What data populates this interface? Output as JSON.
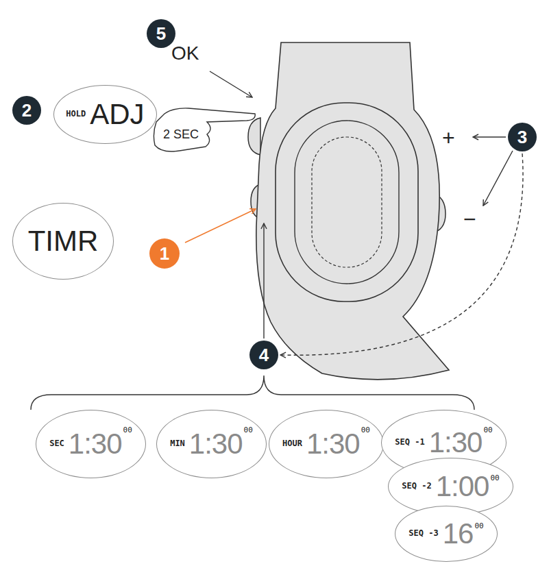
{
  "diagram": {
    "nodes": [
      {
        "text": [
          "5"
        ]
      },
      {
        "text": [
          "2"
        ]
      },
      {
        "text": [
          "HOLD",
          "ADJ"
        ]
      },
      {
        "text": [
          "TIMR"
        ]
      },
      {
        "text": [
          "1"
        ]
      },
      {
        "text": [
          "3"
        ]
      },
      {
        "text": [
          "4"
        ]
      },
      {
        "text": [
          "SEC",
          "1:30",
          "00"
        ]
      },
      {
        "text": [
          "MIN",
          "1:30",
          "00"
        ]
      },
      {
        "text": [
          "HOUR",
          "1:30",
          "00"
        ]
      },
      {
        "text": [
          "SEQ -1",
          "1:30",
          "00"
        ]
      },
      {
        "text": [
          "SEQ -2",
          "1:00",
          "00"
        ]
      },
      {
        "text": [
          "SEQ -3",
          "16",
          "00"
        ]
      }
    ],
    "edges": [
      {
        "from": 5,
        "to": 6,
        "arrow": "to"
      }
    ],
    "labels": [
      "OK",
      "2 SEC",
      "+",
      "−"
    ]
  }
}
